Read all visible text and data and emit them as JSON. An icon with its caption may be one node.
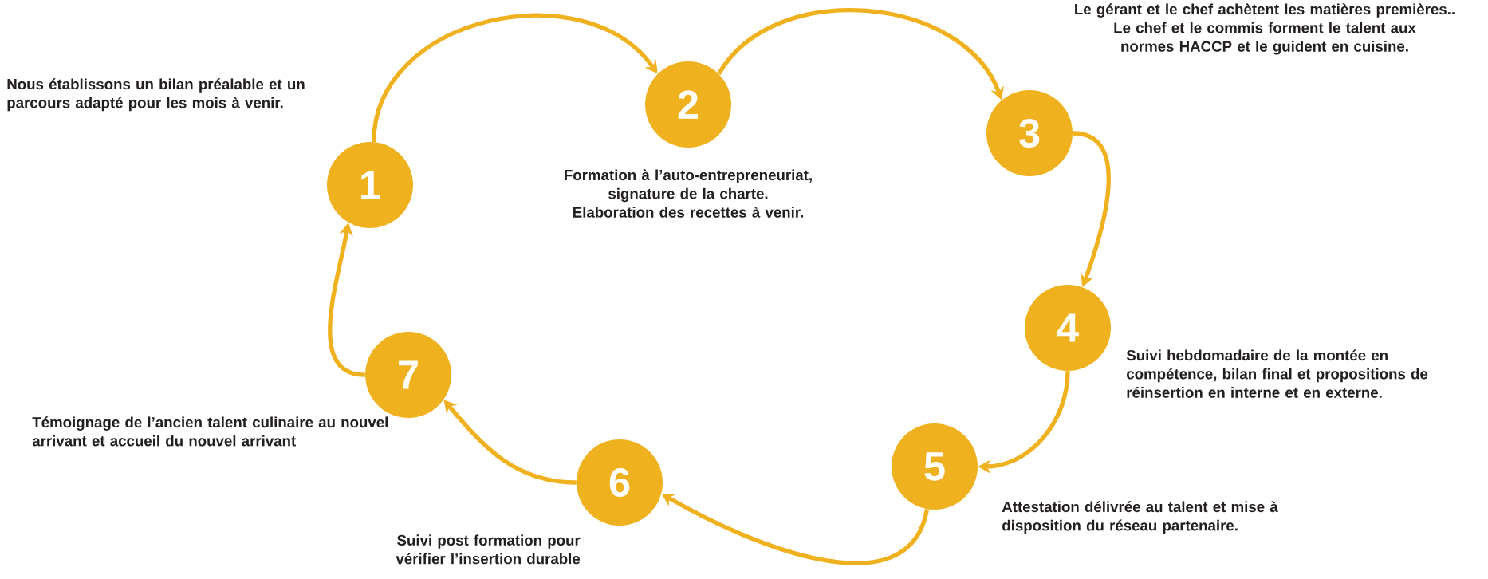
{
  "diagram": {
    "nodes": [
      {
        "text": [
          "1"
        ],
        "beside": [
          "Nous établissons un bilan préalable et un parcours adapté pour les mois à venir."
        ]
      },
      {
        "text": [
          "2"
        ],
        "beside": [
          "Formation à l’auto-entrepreneuriat, signature de la charte.",
          "Elaboration des recettes à venir."
        ]
      },
      {
        "text": [
          "3"
        ],
        "beside": [
          "Le gérant et le chef achètent les matières premières..",
          "Le chef et le commis forment le talent aux normes HACCP et le guident en cuisine."
        ]
      },
      {
        "text": [
          "4"
        ],
        "beside": [
          "Suivi hebdomadaire de la montée en compétence, bilan final et propositions de réinsertion en interne et en externe."
        ]
      },
      {
        "text": [
          "5"
        ],
        "beside": [
          "Attestation délivrée au talent et mise à disposition du réseau partenaire."
        ]
      },
      {
        "text": [
          "6"
        ],
        "beside": [
          "Suivi post formation pour vérifier l’insertion durable"
        ]
      },
      {
        "text": [
          "7"
        ],
        "beside": [
          "Témoignage de l’ancien talent culinaire au nouvel arrivant et accueil du nouvel arrivant"
        ]
      }
    ],
    "edges": [
      {
        "from": 0,
        "to": 1,
        "arrow": "to"
      },
      {
        "from": 1,
        "to": 2,
        "arrow": "to"
      },
      {
        "from": 2,
        "to": 3,
        "arrow": "to"
      },
      {
        "from": 3,
        "to": 4,
        "arrow": "to"
      },
      {
        "from": 4,
        "to": 5,
        "arrow": "to"
      },
      {
        "from": 5,
        "to": 6,
        "arrow": "to"
      },
      {
        "from": 6,
        "to": 0,
        "arrow": "to"
      }
    ]
  }
}
